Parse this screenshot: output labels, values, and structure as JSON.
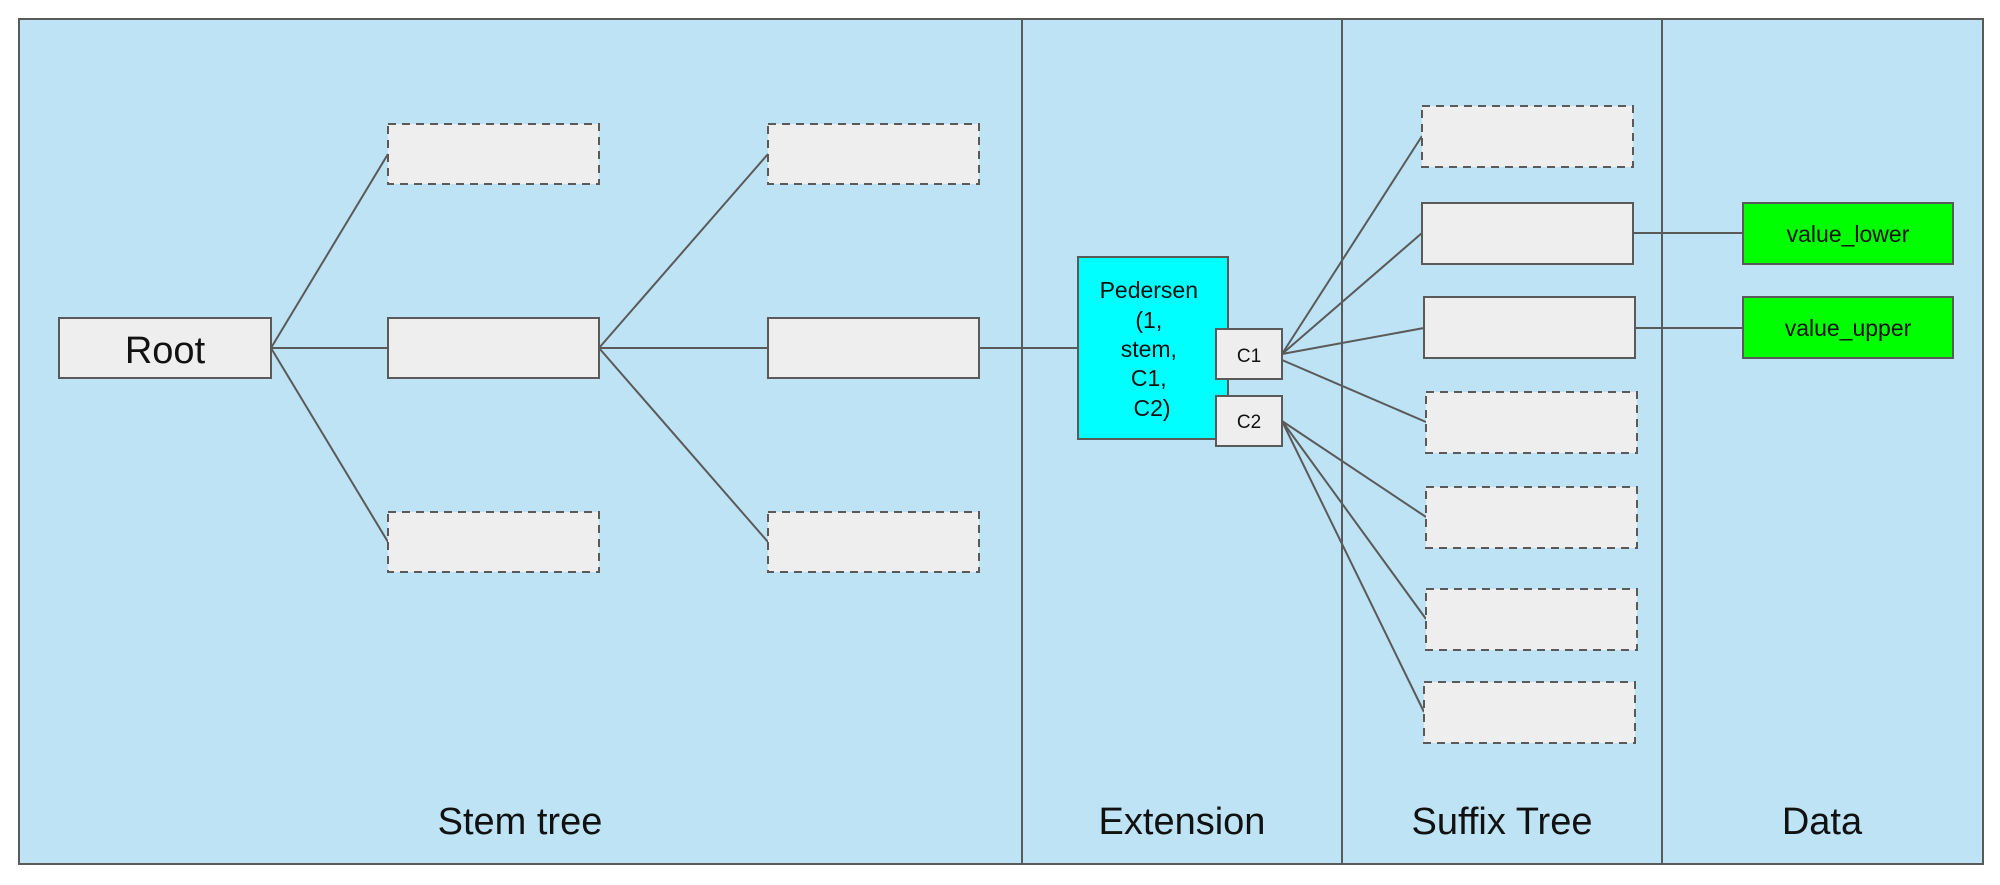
{
  "colors": {
    "background": "#bee3f5",
    "border": "#5a5a5a",
    "node_fill": "#eeeeee",
    "extension_fill": "#00ffff",
    "data_fill": "#00ff00",
    "edge": "#5a5a5a"
  },
  "sections": {
    "stem_tree": "Stem tree",
    "extension": "Extension",
    "suffix_tree": "Suffix Tree",
    "data": "Data"
  },
  "stem_tree": {
    "root_label": "Root",
    "level1_nodes": [
      {
        "style": "dashed",
        "label": ""
      },
      {
        "style": "solid",
        "label": ""
      },
      {
        "style": "dashed",
        "label": ""
      }
    ],
    "level2_nodes": [
      {
        "style": "dashed",
        "label": ""
      },
      {
        "style": "solid",
        "label": ""
      },
      {
        "style": "dashed",
        "label": ""
      }
    ]
  },
  "extension": {
    "node_label_lines": [
      "Pedersen",
      "(1,",
      "stem,",
      "C1,",
      "C2)"
    ],
    "c1_label": "C1",
    "c2_label": "C2"
  },
  "suffix_tree": {
    "nodes": [
      {
        "style": "dashed",
        "label": ""
      },
      {
        "style": "solid",
        "label": ""
      },
      {
        "style": "solid",
        "label": ""
      },
      {
        "style": "dashed",
        "label": ""
      },
      {
        "style": "dashed",
        "label": ""
      },
      {
        "style": "dashed",
        "label": ""
      },
      {
        "style": "dashed",
        "label": ""
      }
    ]
  },
  "data": {
    "value_lower": "value_lower",
    "value_upper": "value_upper"
  }
}
